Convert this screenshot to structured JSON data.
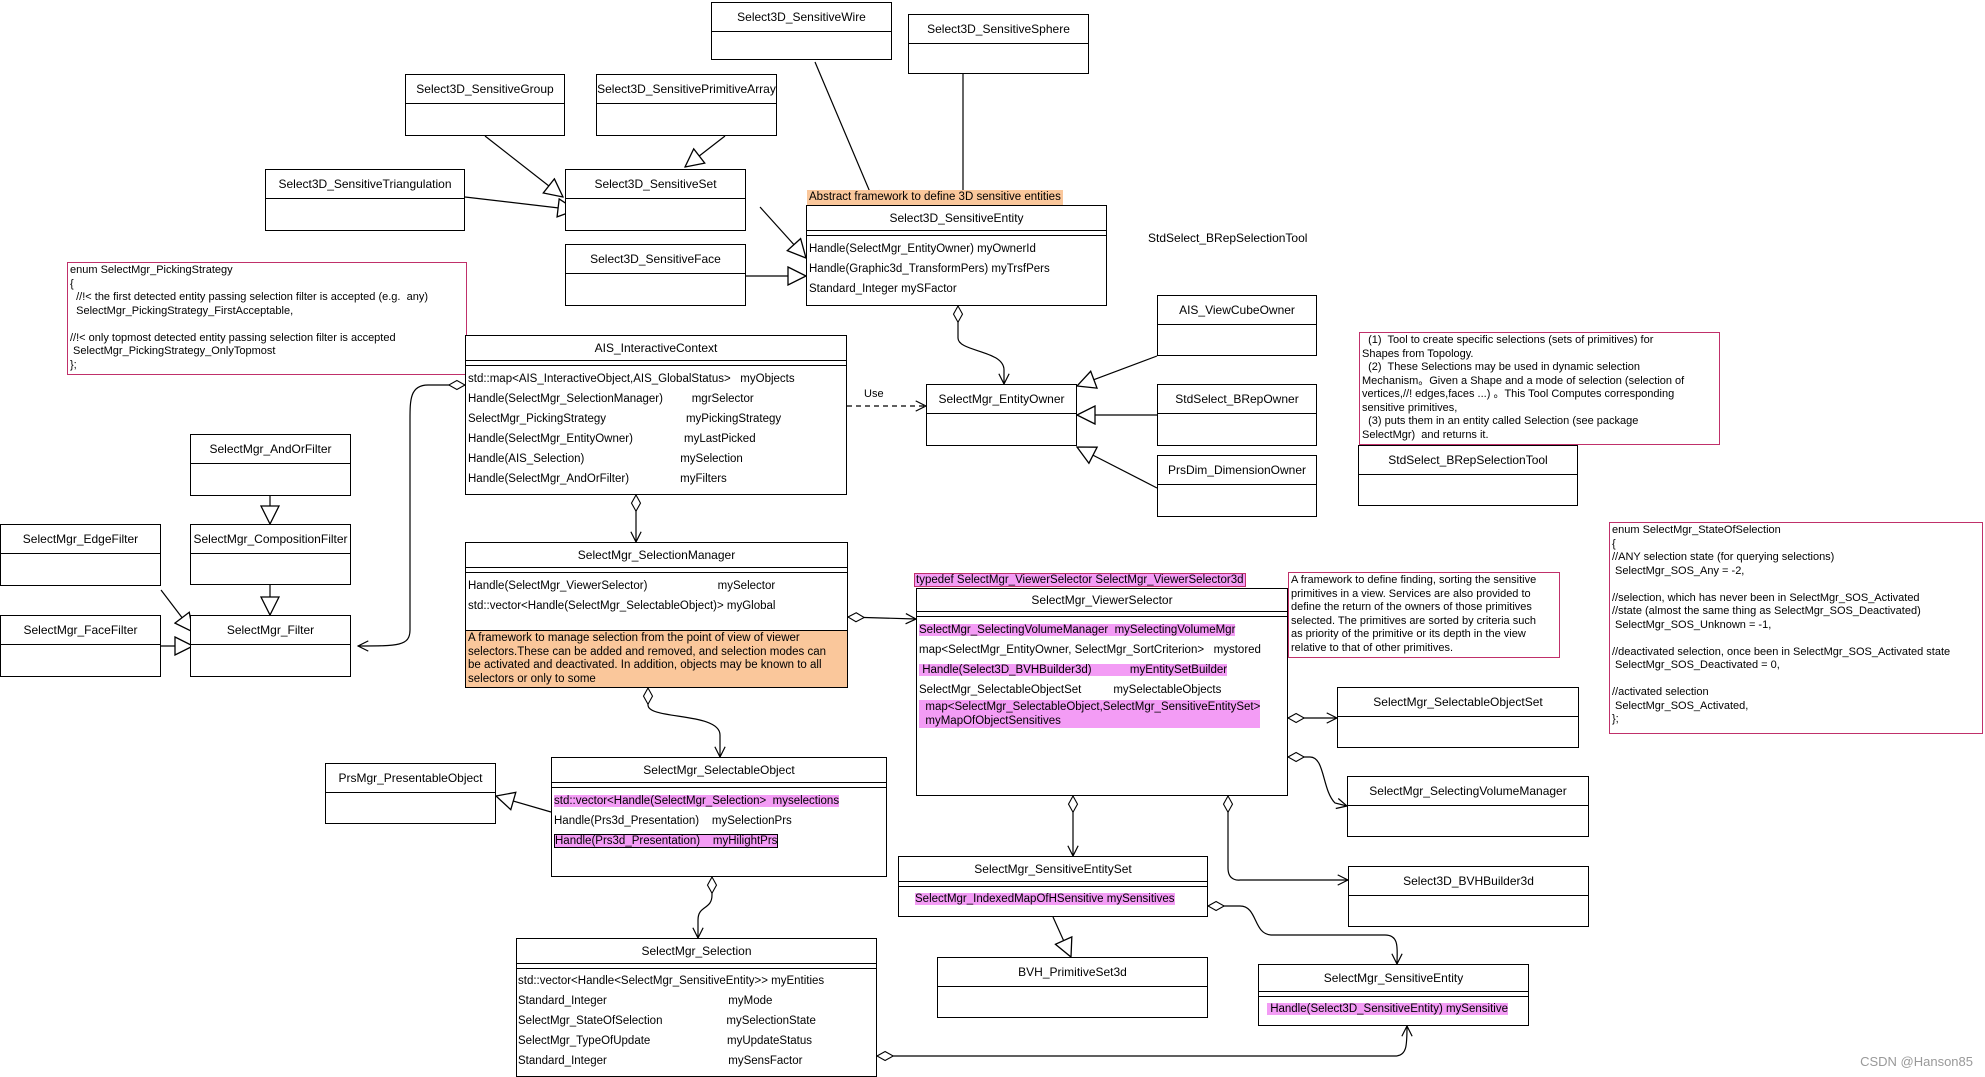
{
  "classes": {
    "sensitive_wire": {
      "name": "Select3D_SensitiveWire"
    },
    "sensitive_sphere": {
      "name": "Select3D_SensitiveSphere"
    },
    "sensitive_group": {
      "name": "Select3D_SensitiveGroup"
    },
    "sensitive_primitive_array": {
      "name": "Select3D_SensitivePrimitiveArray"
    },
    "sensitive_triangulation": {
      "name": "Select3D_SensitiveTriangulation"
    },
    "sensitive_set": {
      "name": "Select3D_SensitiveSet"
    },
    "sensitive_face": {
      "name": "Select3D_SensitiveFace"
    },
    "sensitive_entity": {
      "name": "Select3D_SensitiveEntity",
      "note": "Abstract framework to define 3D sensitive entities",
      "attrs": [
        "Handle(SelectMgr_EntityOwner) myOwnerId",
        "Handle(Graphic3d_TransformPers) myTrsfPers",
        "Standard_Integer mySFactor"
      ]
    },
    "interactive_context": {
      "name": "AIS_InteractiveContext",
      "attrs": [
        "std::map<AIS_InteractiveObject,AIS_GlobalStatus>   myObjects",
        "Handle(SelectMgr_SelectionManager)         mgrSelector",
        "SelectMgr_PickingStrategy                         myPickingStrategy",
        "Handle(SelectMgr_EntityOwner)                myLastPicked",
        "Handle(AIS_Selection)                              mySelection",
        "Handle(SelectMgr_AndOrFilter)                myFilters"
      ]
    },
    "entity_owner": {
      "name": "SelectMgr_EntityOwner"
    },
    "view_cube_owner": {
      "name": "AIS_ViewCubeOwner"
    },
    "brep_owner": {
      "name": "StdSelect_BRepOwner"
    },
    "dimension_owner": {
      "name": "PrsDim_DimensionOwner"
    },
    "brep_selection_tool": {
      "name": "StdSelect_BRepSelectionTool"
    },
    "and_or_filter": {
      "name": "SelectMgr_AndOrFilter"
    },
    "composition_filter": {
      "name": "SelectMgr_CompositionFilter"
    },
    "edge_filter": {
      "name": "SelectMgr_EdgeFilter"
    },
    "face_filter": {
      "name": "SelectMgr_FaceFilter"
    },
    "filter": {
      "name": "SelectMgr_Filter"
    },
    "selection_manager": {
      "name": "SelectMgr_SelectionManager",
      "attrs": [
        "Handle(SelectMgr_ViewerSelector)                      mySelector",
        "std::vector<Handle(SelectMgr_SelectableObject)> myGlobal"
      ],
      "note": "A framework to manage selection from the point of view of viewer\nselectors.These can be added and removed, and selection modes can\nbe activated and deactivated. In addition, objects may be known to all\nselectors or only to some"
    },
    "viewer_selector": {
      "name": "SelectMgr_ViewerSelector",
      "typedef": "typedef SelectMgr_ViewerSelector SelectMgr_ViewerSelector3d",
      "attrs": [
        "SelectMgr_SelectingVolumeManager  mySelectingVolumeMgr",
        "map<SelectMgr_EntityOwner, SelectMgr_SortCriterion>   mystored",
        " Handle(Select3D_BVHBuilder3d)            myEntitySetBuilder",
        "SelectMgr_SelectableObjectSet          mySelectableObjects",
        "  map<SelectMgr_SelectableObject,SelectMgr_SensitiveEntitySet>\n  myMapOfObjectSensitives"
      ]
    },
    "selectable_object_set": {
      "name": "SelectMgr_SelectableObjectSet"
    },
    "selecting_volume_manager": {
      "name": "SelectMgr_SelectingVolumeManager"
    },
    "bvh_builder": {
      "name": "Select3D_BVHBuilder3d"
    },
    "presentable_object": {
      "name": "PrsMgr_PresentableObject"
    },
    "selectable_object": {
      "name": "SelectMgr_SelectableObject",
      "attrs": [
        "std::vector<Handle(SelectMgr_Selection>  myselections",
        "Handle(Prs3d_Presentation)    mySelectionPrs",
        "Handle(Prs3d_Presentation)    myHilightPrs"
      ]
    },
    "sensitive_entity_set": {
      "name": "SelectMgr_SensitiveEntitySet",
      "attrs": [
        "SelectMgr_IndexedMapOfHSensitive mySensitives"
      ]
    },
    "primitive_set": {
      "name": "BVH_PrimitiveSet3d"
    },
    "selection": {
      "name": "SelectMgr_Selection",
      "attrs": [
        "std::vector<Handle<SelectMgr_SensitiveEntity>> myEntities",
        "Standard_Integer                                      myMode",
        "SelectMgr_StateOfSelection                    mySelectionState",
        "SelectMgr_TypeOfUpdate                        myUpdateStatus",
        "Standard_Integer                                      mySensFactor"
      ]
    },
    "selectmgr_sensitive_entity": {
      "name": "SelectMgr_SensitiveEntity",
      "attrs": [
        " Handle(Select3D_SensitiveEntity) mySensitive"
      ]
    }
  },
  "notes": {
    "picking_strategy": "enum SelectMgr_PickingStrategy\n{\n  //!< the first detected entity passing selection filter is accepted (e.g.  any)\n  SelectMgr_PickingStrategy_FirstAcceptable,\n\n//!< only topmost detected entity passing selection filter is accepted\n SelectMgr_PickingStrategy_OnlyTopmost\n};",
    "brep_tool_description": "  (1)  Tool to create specific selections (sets of primitives) for\nShapes from Topology.\n  (2)  These Selections may be used in dynamic selection\nMechanism。Given a Shape and a mode of selection (selection of\nvertices,//! edges,faces ...) 。This Tool Computes corresponding\nsensitive primitives,\n  (3) puts them in an entity called Selection (see package\nSelectMgr)  and returns it.",
    "viewer_selector_description": "A framework to define finding, sorting the sensitive\nprimitives in a view. Services are also provided to\ndefine the return of the owners of those primitives\nselected. The primitives are sorted by criteria such\nas priority of the primitive or its depth in the view\nrelative to that of other primitives.",
    "state_of_selection": "enum SelectMgr_StateOfSelection\n{\n//ANY selection state (for querying selections)\n SelectMgr_SOS_Any = -2,\n\n//selection, which has never been in SelectMgr_SOS_Activated\n//state (almost the same thing as SelectMgr_SOS_Deactivated)\n SelectMgr_SOS_Unknown = -1,\n\n//deactivated selection, once been in SelectMgr_SOS_Activated state\n SelectMgr_SOS_Deactivated = 0,\n\n//activated selection\n SelectMgr_SOS_Activated,\n};",
    "brep_tool_label": "StdSelect_BRepSelectionTool",
    "use_label": "Use"
  },
  "watermark": "CSDN @Hanson85"
}
